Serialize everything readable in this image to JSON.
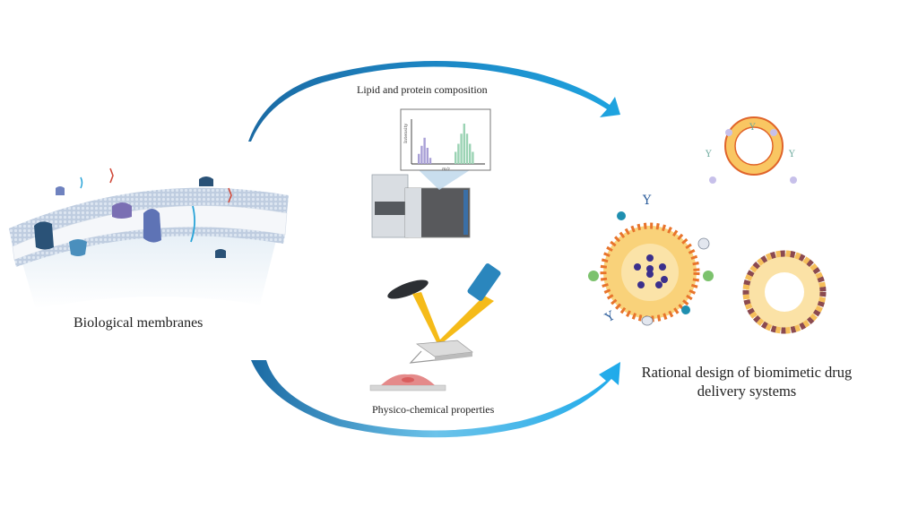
{
  "figure": {
    "labels": {
      "biological_membranes": "Biological membranes",
      "lipid_protein": "Lipid and protein composition",
      "physico_chemical": "Physico-chemical properties",
      "rational_design": "Rational design of biomimetic drug delivery systems"
    },
    "spectrum": {
      "y_axis_label": "Intensity",
      "x_axis_label": "m/z",
      "lipid_peaks": [
        0.25,
        0.45,
        0.65,
        0.4,
        0.15
      ],
      "protein_peaks": [
        0.3,
        0.5,
        0.75,
        1.0,
        0.75,
        0.5,
        0.3
      ],
      "colors": {
        "lipid": "#a89fd6",
        "protein": "#9bd3b4"
      }
    },
    "colors": {
      "arrow_dark": "#1b6fa8",
      "arrow_light": "#1ea8e6",
      "membrane": "#c9d6e6",
      "liposome_orange": "#e8742c",
      "liposome_yellow": "#f9c662",
      "micelle_brown": "#8b4a50",
      "drug_purple": "#3b2f8c"
    }
  }
}
